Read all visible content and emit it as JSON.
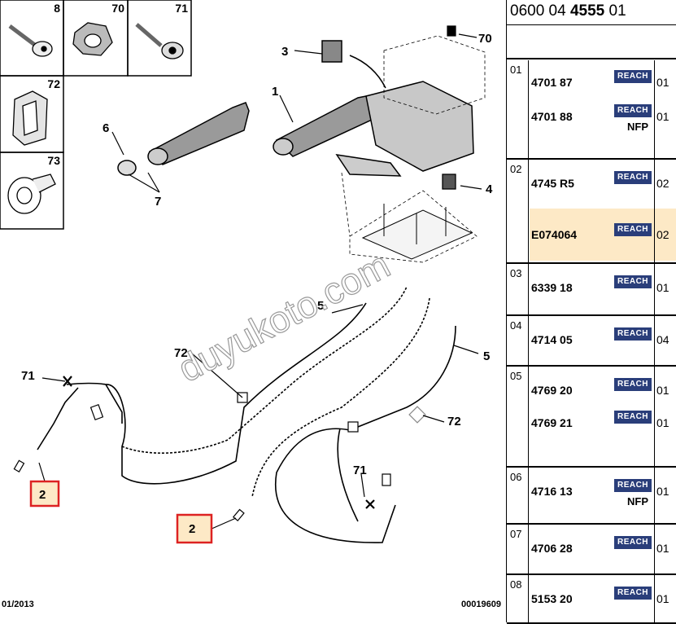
{
  "header": {
    "ref_prefix": "0600 04 ",
    "ref_bold": "4555",
    "ref_suffix": " 01"
  },
  "diagram": {
    "watermark": "duyukoto.com",
    "inset_labels": [
      "8",
      "70",
      "71",
      "72",
      "73"
    ],
    "callouts": {
      "c1": "1",
      "c2a": "2",
      "c2b": "2",
      "c3": "3",
      "c4": "4",
      "c5a": "5",
      "c5b": "5",
      "c6": "6",
      "c7": "7",
      "c70": "70",
      "c71a": "71",
      "c71b": "71",
      "c72a": "72",
      "c72b": "72"
    },
    "footer_left": "01/2013",
    "footer_right": "00019609"
  },
  "parts": [
    {
      "group": "01",
      "rows": [
        {
          "pn": "4701 87",
          "badge": "REACH",
          "qty": "01",
          "note": ""
        },
        {
          "pn": "4701 88",
          "badge": "REACH",
          "qty": "01",
          "note": "NFP"
        }
      ]
    },
    {
      "group": "02",
      "rows": [
        {
          "pn": "4745 R5",
          "badge": "REACH",
          "qty": "02",
          "note": ""
        },
        {
          "pn": "E074064",
          "badge": "REACH",
          "qty": "02",
          "note": "",
          "highlight": true
        }
      ]
    },
    {
      "group": "03",
      "rows": [
        {
          "pn": "6339 18",
          "badge": "REACH",
          "qty": "01",
          "note": ""
        }
      ]
    },
    {
      "group": "04",
      "rows": [
        {
          "pn": "4714 05",
          "badge": "REACH",
          "qty": "04",
          "note": ""
        }
      ]
    },
    {
      "group": "05",
      "rows": [
        {
          "pn": "4769 20",
          "badge": "REACH",
          "qty": "01",
          "note": ""
        },
        {
          "pn": "4769 21",
          "badge": "REACH",
          "qty": "01",
          "note": ""
        }
      ]
    },
    {
      "group": "06",
      "rows": [
        {
          "pn": "4716 13",
          "badge": "REACH",
          "qty": "01",
          "note": "NFP"
        }
      ]
    },
    {
      "group": "07",
      "rows": [
        {
          "pn": "4706 28",
          "badge": "REACH",
          "qty": "01",
          "note": ""
        }
      ]
    },
    {
      "group": "08",
      "rows": [
        {
          "pn": "5153 20",
          "badge": "REACH",
          "qty": "01",
          "note": ""
        }
      ]
    }
  ]
}
